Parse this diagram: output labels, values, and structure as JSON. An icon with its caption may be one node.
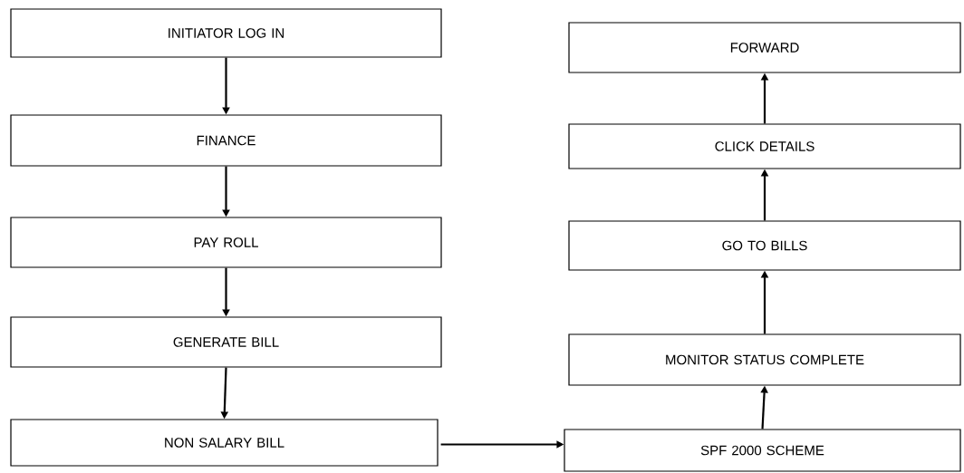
{
  "diagram": {
    "nodes": [
      {
        "text": [
          "INITIATOR LOG IN"
        ]
      },
      {
        "text": [
          "FINANCE"
        ]
      },
      {
        "text": [
          "PAY ROLL"
        ]
      },
      {
        "text": [
          "GENERATE BILL"
        ]
      },
      {
        "text": [
          "NON SALARY BILL"
        ]
      },
      {
        "text": [
          "FORWARD"
        ]
      },
      {
        "text": [
          "CLICK DETAILS"
        ]
      },
      {
        "text": [
          "GO TO BILLS"
        ]
      },
      {
        "text": [
          "MONITOR STATUS COMPLETE"
        ]
      },
      {
        "text": [
          "SPF 2000 SCHEME"
        ]
      }
    ],
    "edges": [
      {
        "from": 0,
        "to": 1,
        "arrow": "to"
      },
      {
        "from": 1,
        "to": 2,
        "arrow": "to"
      },
      {
        "from": 2,
        "to": 3,
        "arrow": "to"
      },
      {
        "from": 3,
        "to": 4,
        "arrow": "to"
      },
      {
        "from": 4,
        "to": 9,
        "arrow": "to"
      },
      {
        "from": 9,
        "to": 8,
        "arrow": "to"
      },
      {
        "from": 8,
        "to": 7,
        "arrow": "to"
      },
      {
        "from": 7,
        "to": 6,
        "arrow": "to"
      },
      {
        "from": 6,
        "to": 5,
        "arrow": "to"
      }
    ]
  }
}
